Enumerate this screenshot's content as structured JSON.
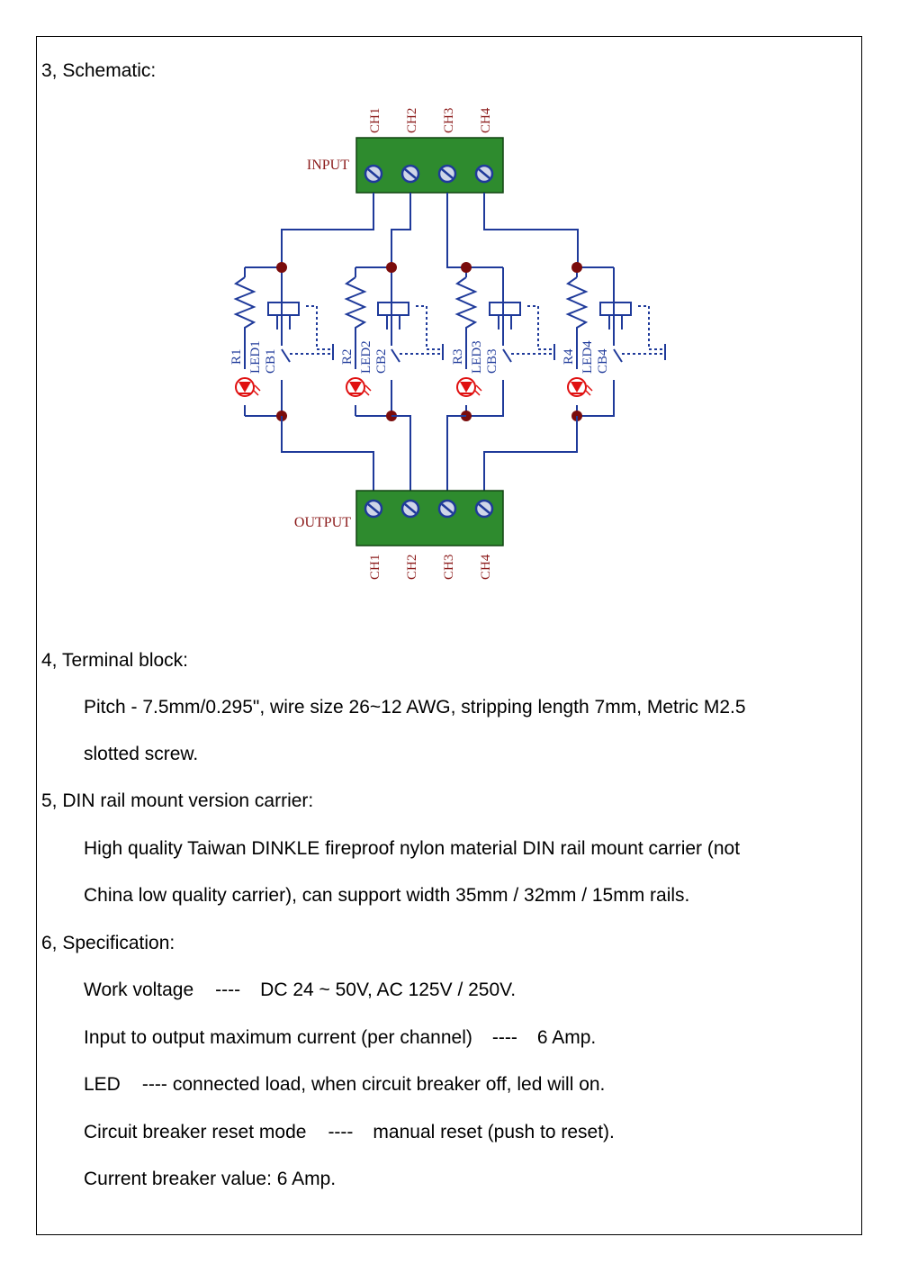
{
  "sections": {
    "schematic": {
      "heading": "3, Schematic:",
      "input_label": "INPUT",
      "output_label": "OUTPUT",
      "channels": [
        "CH1",
        "CH2",
        "CH3",
        "CH4"
      ],
      "branches": [
        {
          "r": "R1",
          "led": "LED1",
          "cb": "CB1"
        },
        {
          "r": "R2",
          "led": "LED2",
          "cb": "CB2"
        },
        {
          "r": "R3",
          "led": "LED3",
          "cb": "CB3"
        },
        {
          "r": "R4",
          "led": "LED4",
          "cb": "CB4"
        }
      ],
      "colors": {
        "terminal_block": "#2e8b2e",
        "wire": "#1f3a9a",
        "node": "#7a0c0c",
        "label": "#8b1a1a",
        "led": "#e01010",
        "resistor": "#1f3a9a"
      }
    },
    "terminal_block": {
      "heading": "4, Terminal block:",
      "line1": "Pitch - 7.5mm/0.295\", wire size 26~12 AWG, stripping length 7mm, Metric M2.5",
      "line2": "slotted screw."
    },
    "din_rail": {
      "heading": "5, DIN rail mount version carrier:",
      "line1": "High quality Taiwan DINKLE fireproof nylon material DIN rail mount carrier (not",
      "line2": "China low quality carrier), can support width 35mm / 32mm / 15mm rails."
    },
    "specification": {
      "heading": "6, Specification:",
      "items": [
        {
          "label": "Work voltage",
          "sep": "----",
          "value": "DC 24 ~ 50V, AC 125V / 250V."
        },
        {
          "label": "Input to output maximum current (per channel)",
          "sep": "----",
          "value": "6 Amp."
        },
        {
          "label": "LED",
          "sep": "----",
          "value": "connected load, when circuit breaker off, led will on."
        },
        {
          "label": "Circuit breaker reset mode",
          "sep": "----",
          "value": "manual reset (push to reset)."
        },
        {
          "label": "Current breaker value: 6 Amp.",
          "sep": "",
          "value": ""
        }
      ]
    }
  }
}
